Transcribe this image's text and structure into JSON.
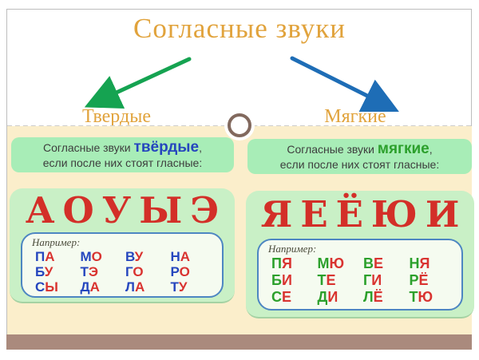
{
  "title": "Согласные звуки",
  "branches": {
    "hard_label": "Твердые",
    "soft_label": "Мягкие"
  },
  "hard": {
    "header_prefix": "Согласные звуки",
    "header_word": "твёрдые",
    "header_comma": ",",
    "header_line2": "если после них стоят гласные:",
    "vowels": "АОУЫЭ",
    "example_label": "Например:",
    "rows": [
      [
        "ПА",
        "МО",
        "ВУ",
        "НА"
      ],
      [
        "БУ",
        "ТЭ",
        "ГО",
        "РО"
      ],
      [
        "СЫ",
        "ДА",
        "ЛА",
        "ТУ"
      ]
    ]
  },
  "soft": {
    "header_prefix": "Согласные звуки",
    "header_word": "мягкие",
    "header_comma": ",",
    "header_line2": "если после них стоят гласные:",
    "vowels": "ЯЕЁЮИ",
    "example_label": "Например:",
    "rows": [
      [
        "ПЯ",
        "МЮ",
        "ВЕ",
        "НЯ"
      ],
      [
        "БИ",
        "ТЕ",
        "ГИ",
        "РЁ"
      ],
      [
        "СЕ",
        "ДИ",
        "ЛЁ",
        "ТЮ"
      ]
    ]
  },
  "colors": {
    "title_gold": "#e1a33c",
    "hard_word_blue": "#2546be",
    "soft_word_green": "#2ca02c",
    "big_letter_red": "#d32f28",
    "consonant_blue": "#2546be",
    "consonant_green": "#2ca02c",
    "vowel_red": "#d93330",
    "arrow_green": "#15a351",
    "arrow_blue": "#1e6db6",
    "header_green": "#a8edb7",
    "panel_green": "#c9f0c6",
    "cream_bg": "#fbeecb",
    "bottom_bar": "#aa8a7d"
  }
}
